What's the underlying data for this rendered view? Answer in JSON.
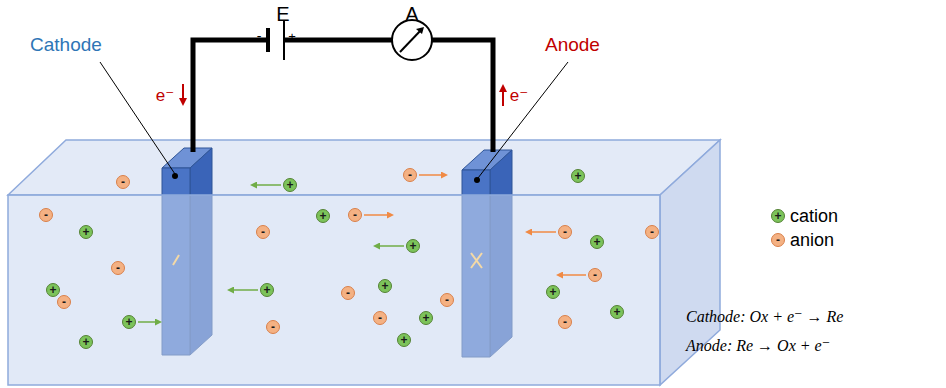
{
  "diagram": {
    "labels": [
      "E",
      "A",
      "-",
      "+",
      "Cathode",
      "Anode",
      "e⁻",
      "e⁻",
      "-",
      "-",
      "-",
      "-",
      "-",
      "-",
      "-",
      "-",
      "-",
      "-",
      "-",
      "-",
      "-",
      "-",
      "-",
      "+",
      "+",
      "+",
      "+",
      "+",
      "+",
      "+",
      "+",
      "+",
      "+",
      "+",
      "+",
      "+",
      "+",
      "+",
      "+",
      "-",
      "Cathode: Ox + e⁻ → Re",
      "Anode: Re → Ox + e⁻"
    ],
    "legend": [
      {
        "text": "cation",
        "color": "#7cc35a"
      },
      {
        "text": "anion",
        "color": "#f4b183"
      }
    ]
  }
}
